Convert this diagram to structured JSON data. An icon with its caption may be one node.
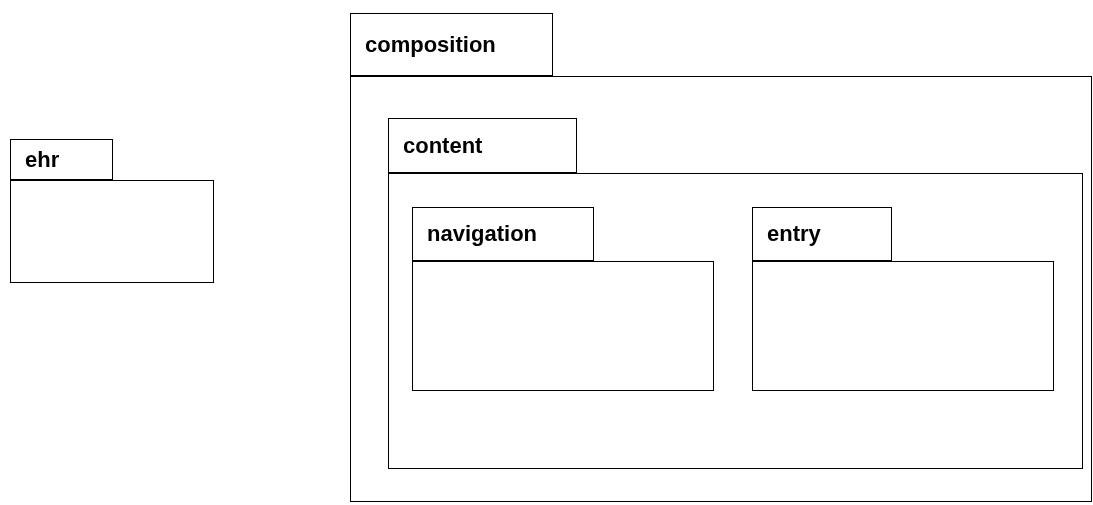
{
  "diagram": {
    "nodes": [
      {
        "text": [
          "ehr"
        ]
      },
      {
        "text": [
          "composition"
        ]
      },
      {
        "text": [
          "content"
        ],
        "in": 1
      },
      {
        "text": [
          "navigation"
        ],
        "in": 2
      },
      {
        "text": [
          "entry"
        ],
        "in": 2
      }
    ]
  }
}
